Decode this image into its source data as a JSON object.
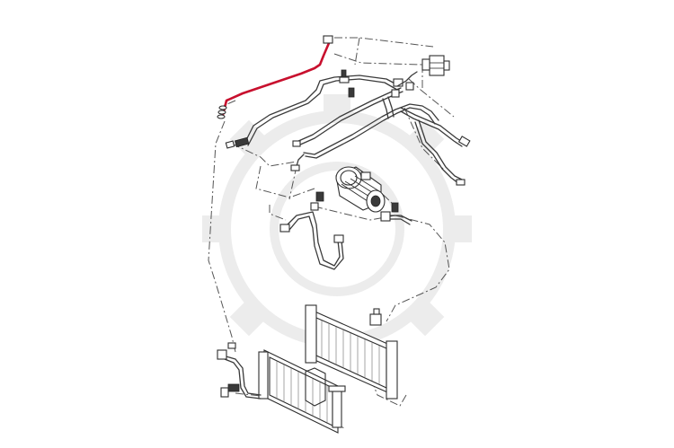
{
  "diagram": {
    "highlight_color": "#c8102e",
    "line_color": "#3a3a3a",
    "background": "#ffffff",
    "parts": [
      {
        "name": "highlighted-ac-pipe"
      },
      {
        "name": "suction-pipe"
      },
      {
        "name": "pressure-pipe"
      },
      {
        "name": "expansion-valve"
      },
      {
        "name": "ac-compressor"
      },
      {
        "name": "compressor-hose"
      },
      {
        "name": "condenser"
      },
      {
        "name": "receiver-drier"
      },
      {
        "name": "radiator"
      },
      {
        "name": "pressure-sensor"
      }
    ]
  }
}
